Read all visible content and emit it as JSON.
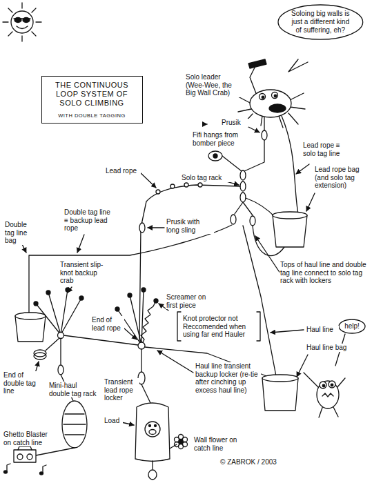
{
  "diagram": {
    "nodes": [
      {
        "text": [
          "THE CONTINUOUS LOOP SYSTEM OF SOLO CLIMBING",
          "WITH DOUBLE TAGGING"
        ]
      },
      {
        "text": [
          "Soloing big walls is just a different kind of suffering, eh?"
        ]
      },
      {
        "text": [
          "help!"
        ]
      }
    ],
    "labels": [
      "Solo leader (Wee-Wee, the Big Wall Crab)",
      "Prusik",
      "Fifi hangs from bomber piece",
      "Lead rope ≡ solo tag line",
      "Lead rope",
      "Solo tag rack",
      "Lead rope bag (and solo tag extension)",
      "Prusik with long sling",
      "Double tag line ≡ backup lead rope",
      "Double tag line bag",
      "Transient slip-knot backup crab",
      "Screamer on first piece",
      "End of lead rope",
      "Tops of haul line and double tag line connect to solo tag rack with lockers",
      "Knot protector not Reccomended when using far end Hauler",
      "Haul line",
      "Haul line bag",
      "End of double tag line",
      "Mini-haul double tag rack",
      "Transient lead rope locker",
      "Haul line transient backup locker (re-tie after cinching up excess haul line)",
      "Load",
      "Ghetto Blaster on catch line",
      "Wall flower on catch line",
      "© ZABROK / 2003"
    ]
  }
}
